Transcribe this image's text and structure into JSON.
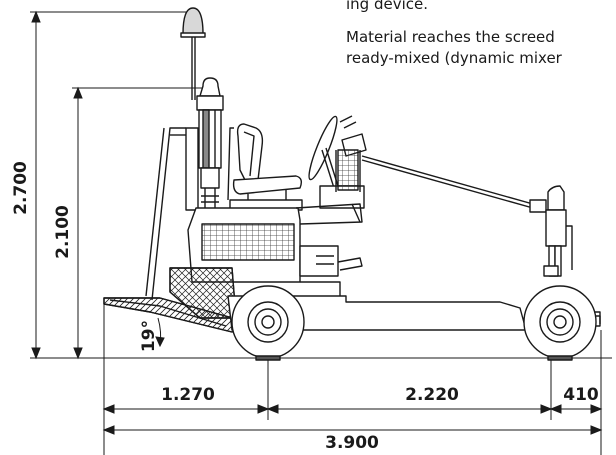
{
  "text": {
    "line1": "ing device.",
    "line2": "Material reaches the screed",
    "line3": "ready-mixed (dynamic mixer"
  },
  "dimensions": {
    "overall_height": "2.700",
    "seat_height": "2.100",
    "ramp_angle": "19°",
    "front_overhang": "1.270",
    "wheelbase": "2.220",
    "rear_overhang": "410",
    "overall_length": "3.900"
  }
}
